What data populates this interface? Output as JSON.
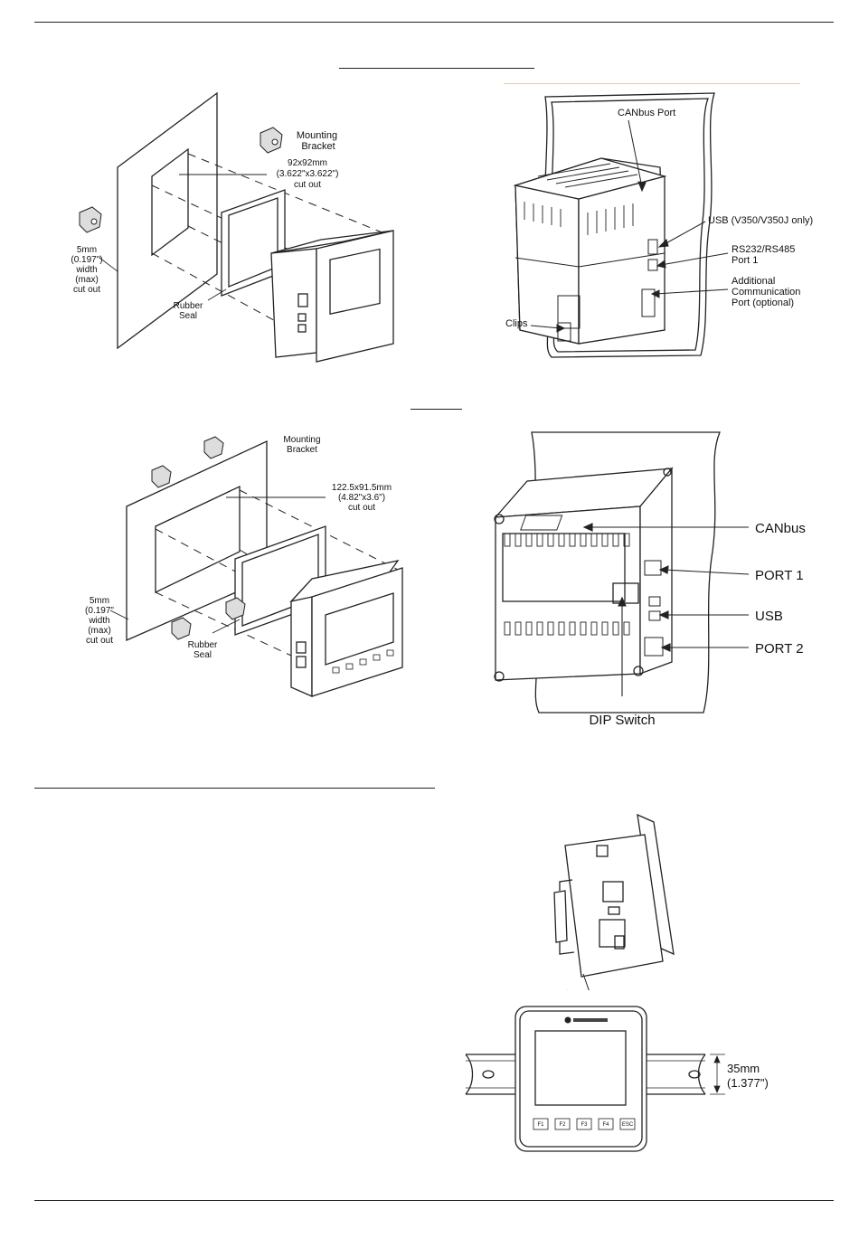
{
  "panel_mount_small": {
    "mounting_bracket": "Mounting\nBracket",
    "cutout": "92x92mm\n(3.622\"x3.622\")\ncut out",
    "width": "5mm\n(0.197\")\nwidth\n(max)\ncut out",
    "rubber_seal": "Rubber\nSeal"
  },
  "rear_small": {
    "canbus": "CANbus Port",
    "usb": "USB (V350/V350J only)",
    "rs_port": "RS232/RS485\nPort 1",
    "additional_port": "Additional\nCommunication\nPort (optional)",
    "clips": "Clips"
  },
  "panel_mount_large": {
    "mounting_bracket": "Mounting\nBracket",
    "cutout": "122.5x91.5mm\n(4.82\"x3.6\")\ncut out",
    "width": "5mm\n(0.197\"\nwidth\n(max)\ncut out",
    "rubber_seal": "Rubber\nSeal"
  },
  "rear_large": {
    "canbus": "CANbus",
    "port1": "PORT 1",
    "usb": "USB",
    "port2": "PORT 2",
    "dip": "DIP Switch"
  },
  "din_rail": {
    "height": "35mm\n(1.377\")",
    "keys": [
      "F1",
      "F2",
      "F3",
      "F4",
      "ESC"
    ]
  }
}
